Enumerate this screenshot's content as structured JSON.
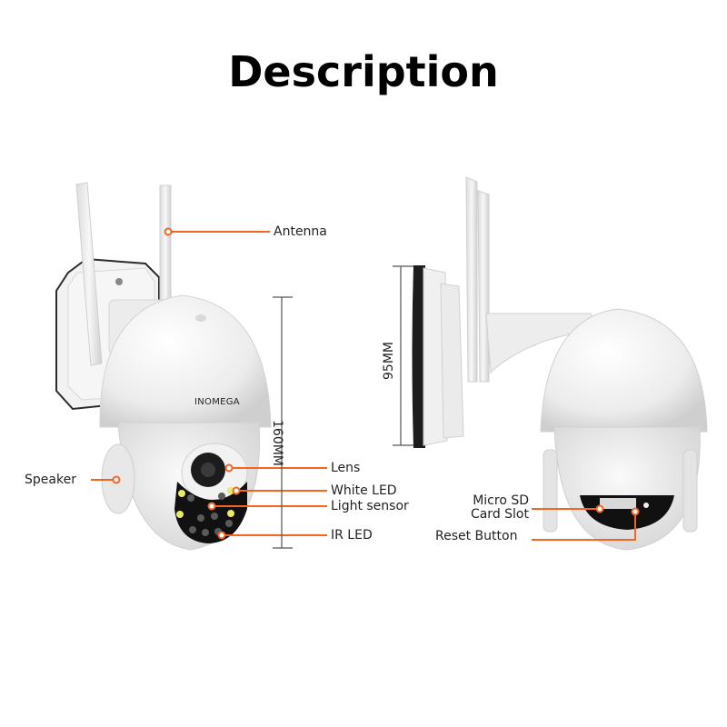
{
  "header": {
    "title": "Description"
  },
  "colors": {
    "accent": "#f26522",
    "dimension_line": "#555555",
    "body": "#f0f0f0",
    "text": "#222222"
  },
  "camera_front": {
    "brand": "INOMEGA",
    "height_dimension": "160MM",
    "callouts": [
      {
        "id": "antenna",
        "label": "Antenna"
      },
      {
        "id": "speaker",
        "label": "Speaker"
      },
      {
        "id": "lens",
        "label": "Lens"
      },
      {
        "id": "white-led",
        "label": "White LED"
      },
      {
        "id": "light-sensor",
        "label": "Light sensor"
      },
      {
        "id": "ir-led",
        "label": "IR LED"
      }
    ]
  },
  "camera_side": {
    "height_dimension": "95MM",
    "callouts": [
      {
        "id": "micro-sd",
        "label_line1": "Micro SD",
        "label_line2": "Card Slot"
      },
      {
        "id": "reset",
        "label": "Reset Button"
      }
    ]
  }
}
